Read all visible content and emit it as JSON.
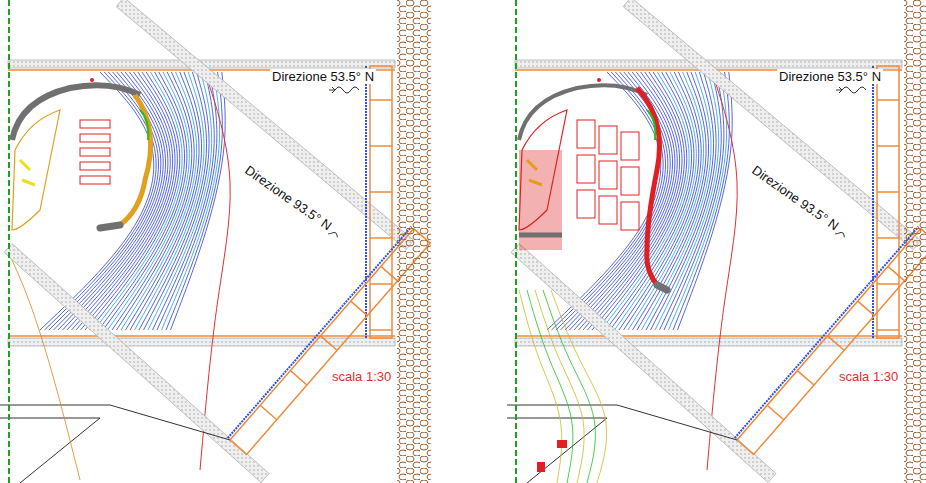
{
  "diagram": {
    "labels": [
      "Direzione 53.5° N",
      "Direzione 93.5° N",
      "scala 1:30",
      "Direzione 53.5° N",
      "Direzione 93.5° N",
      "scala 1:30"
    ]
  }
}
